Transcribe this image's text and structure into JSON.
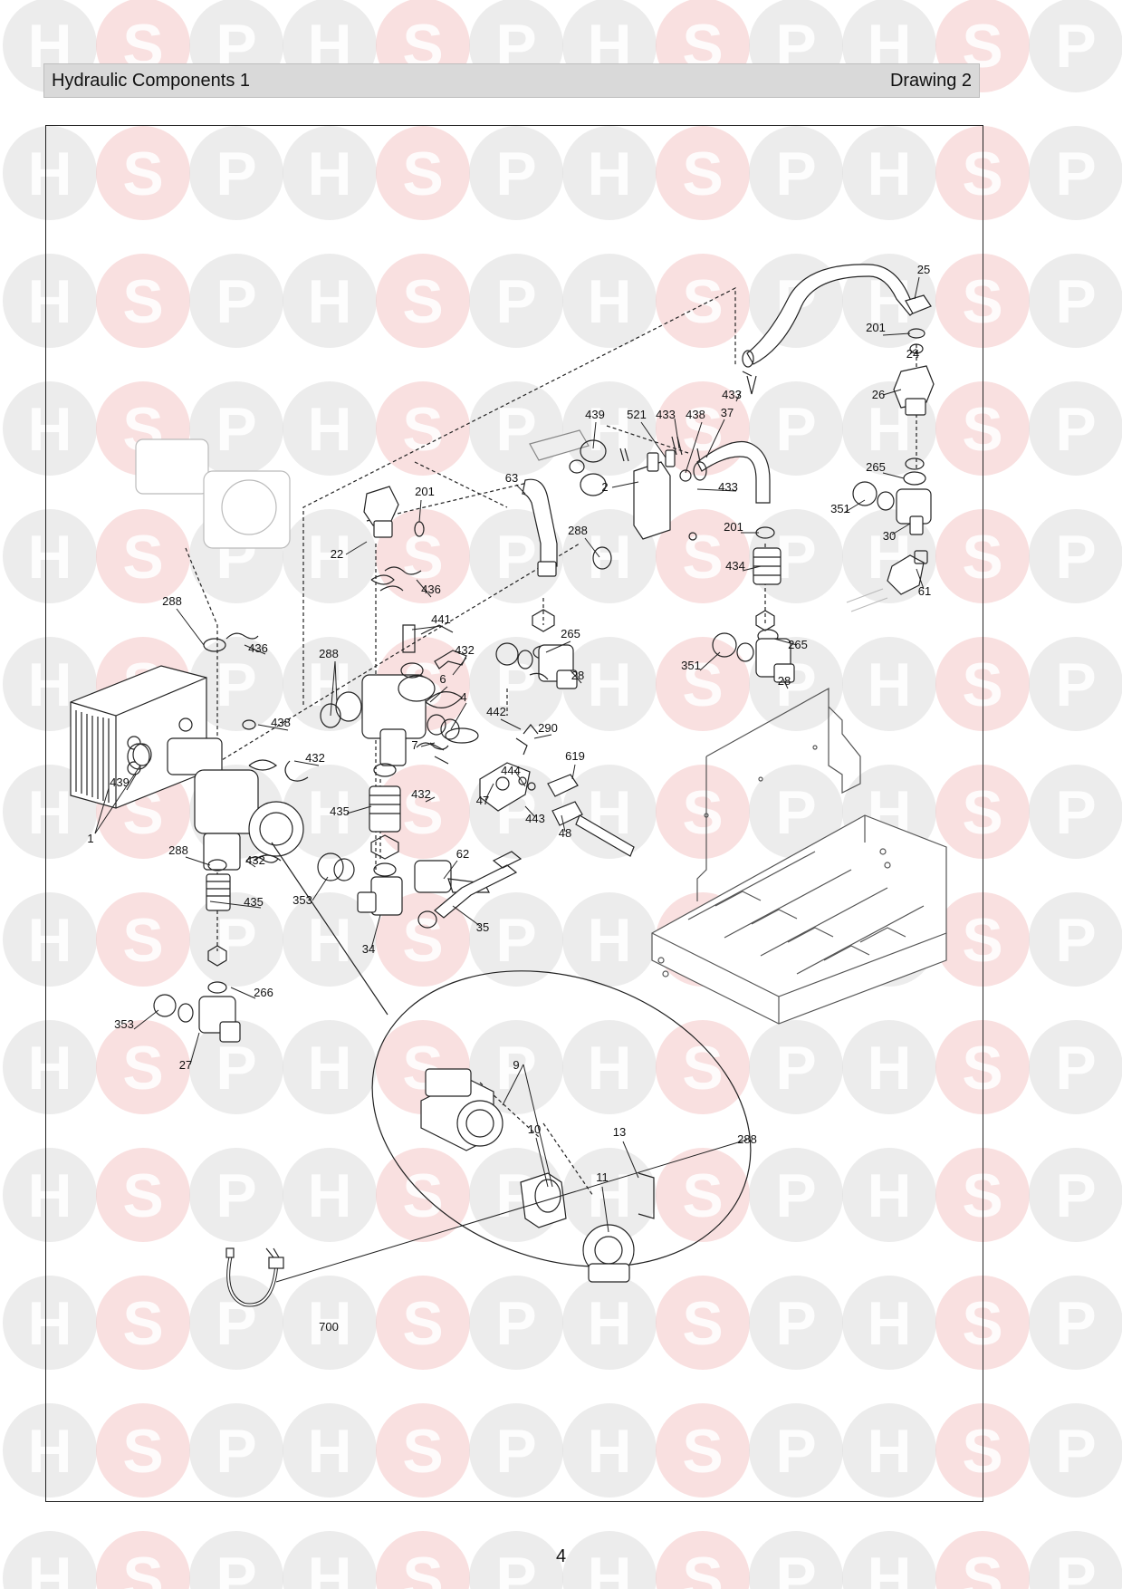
{
  "header": {
    "title": "Hydraulic Components 1",
    "drawing": "Drawing 2"
  },
  "watermark": {
    "letters": [
      "H",
      "S",
      "P"
    ],
    "s_color": "#f4c6c6",
    "hp_color": "#dcdcdc"
  },
  "page_number": "4",
  "callouts": [
    "1",
    "2",
    "4",
    "6",
    "7",
    "9",
    "10",
    "11",
    "13",
    "22",
    "24",
    "25",
    "26",
    "27",
    "28",
    "28",
    "30",
    "34",
    "35",
    "37",
    "47",
    "48",
    "61",
    "62",
    "63",
    "201",
    "201",
    "201",
    "265",
    "265",
    "265",
    "266",
    "288",
    "288",
    "288",
    "288",
    "288",
    "290",
    "351",
    "351",
    "353",
    "353",
    "432",
    "432",
    "432",
    "432",
    "433",
    "433",
    "433",
    "434",
    "435",
    "435",
    "436",
    "436",
    "438",
    "438",
    "439",
    "439",
    "441",
    "442",
    "443",
    "444",
    "521",
    "619",
    "700"
  ]
}
